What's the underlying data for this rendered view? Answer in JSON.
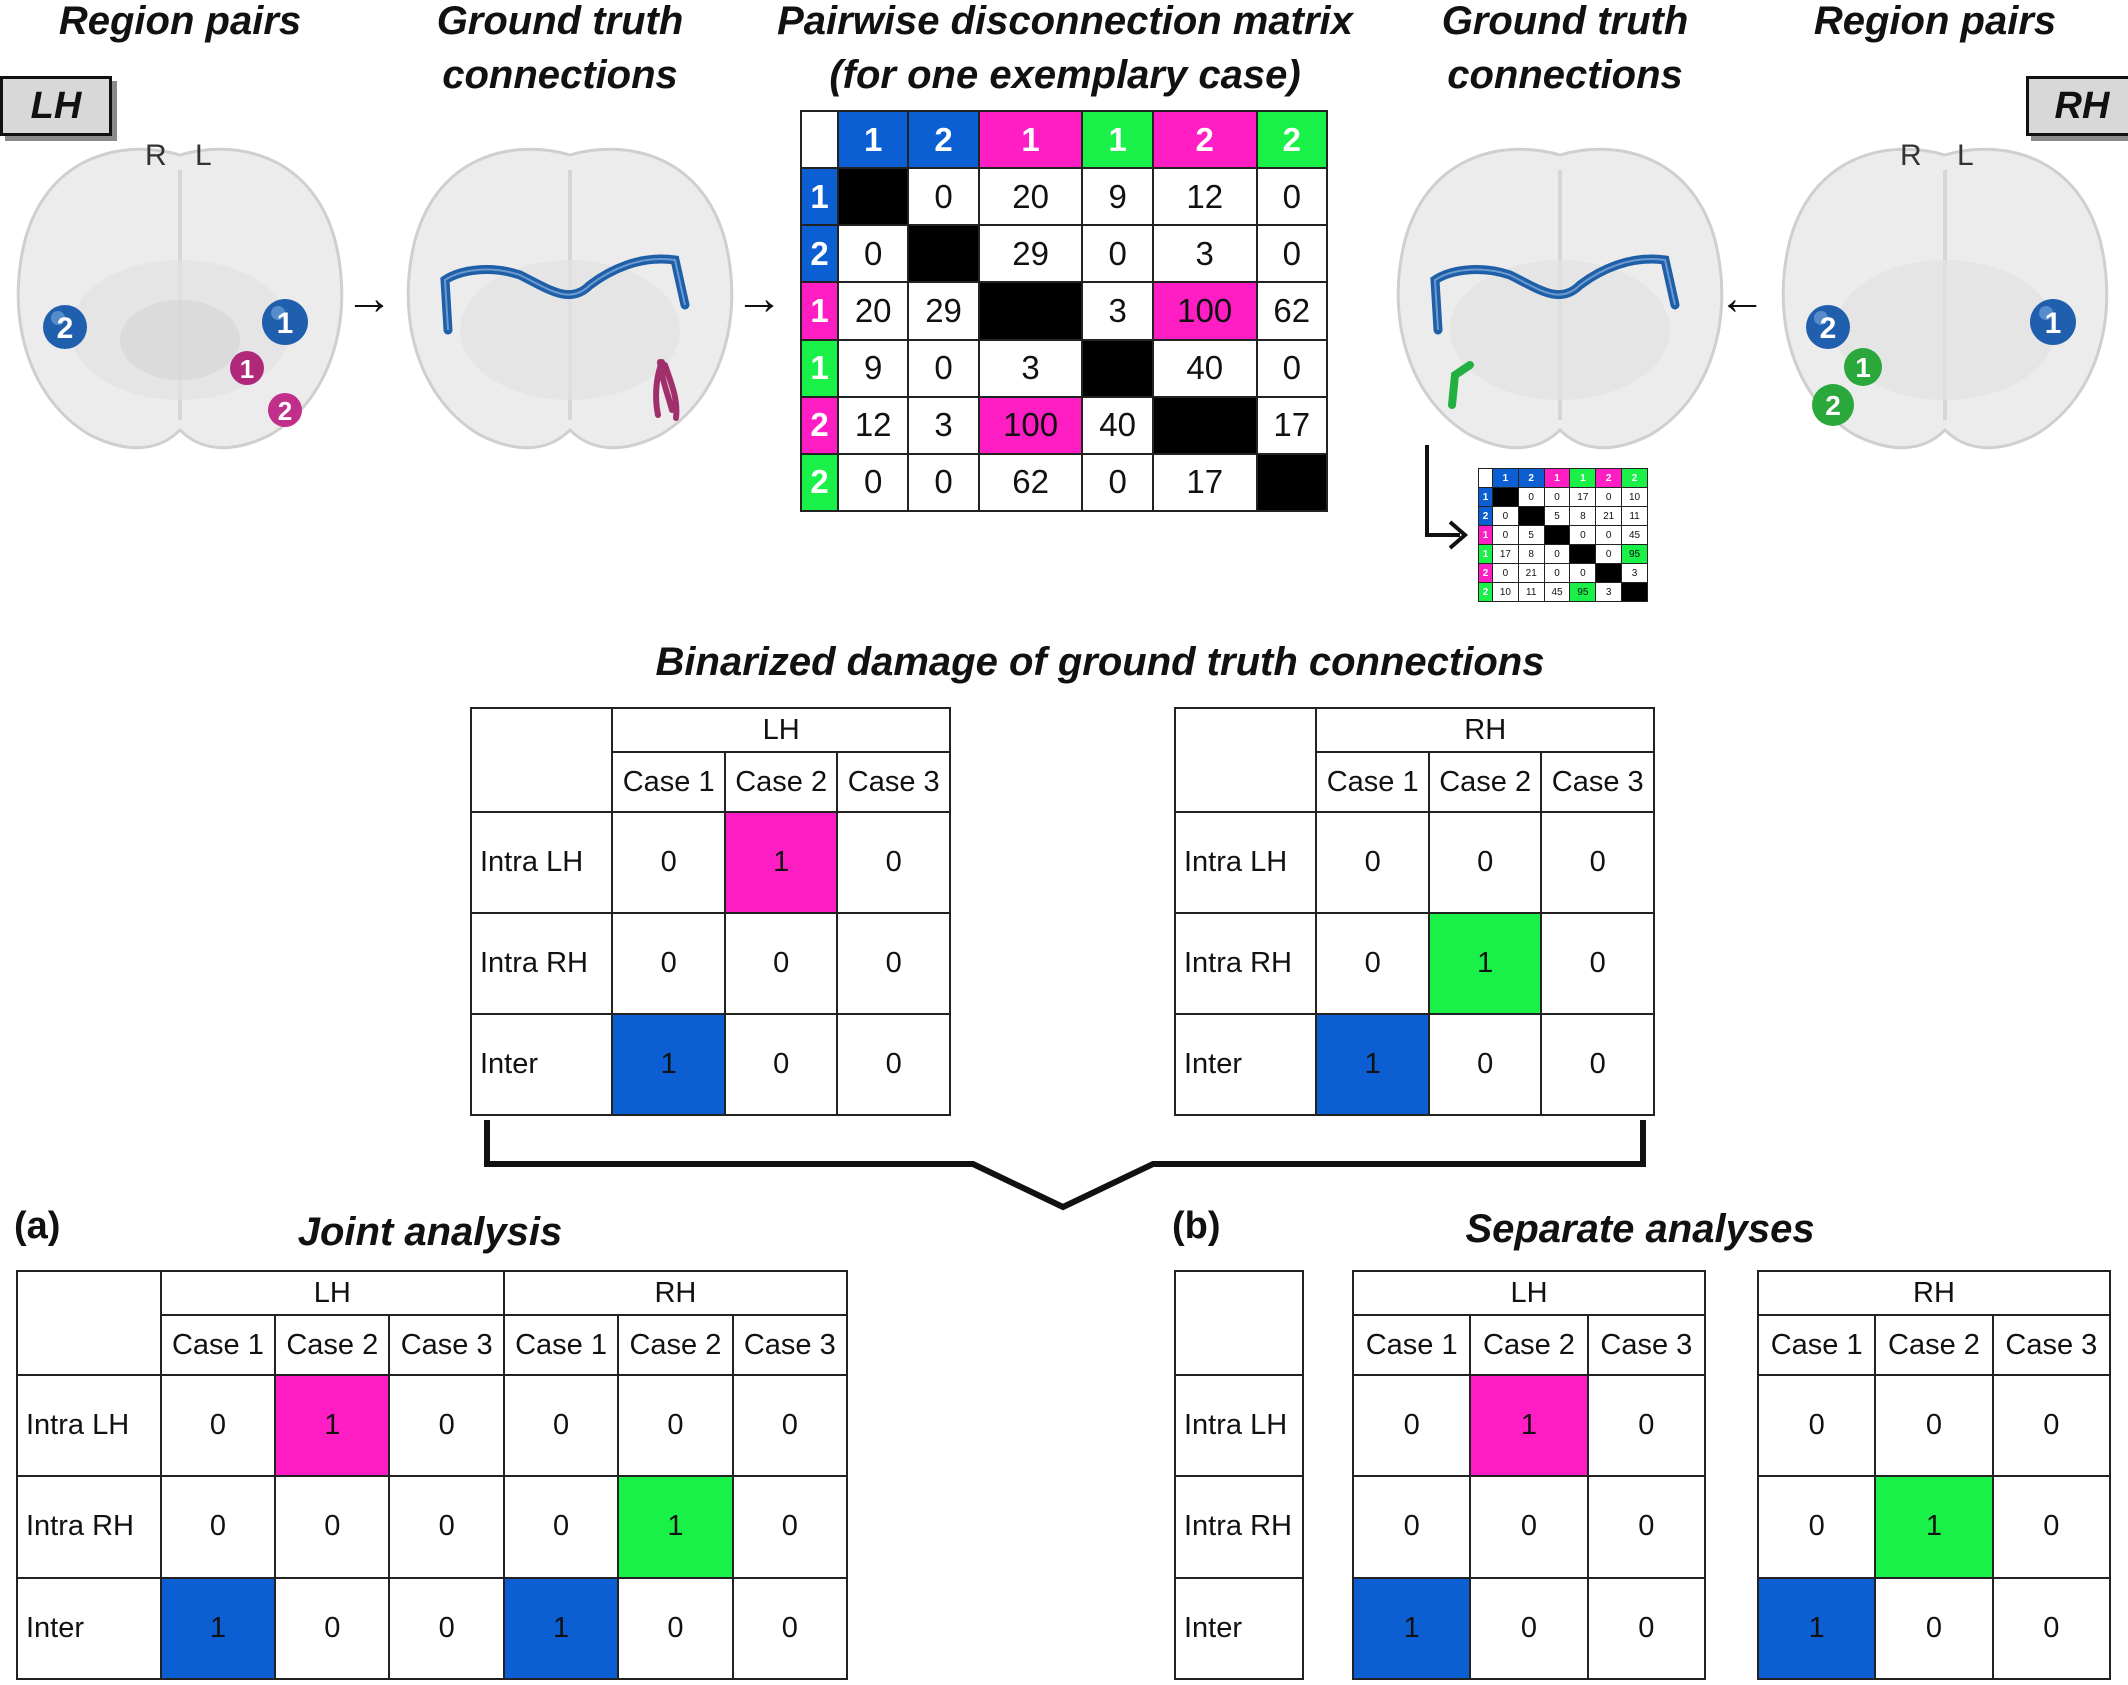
{
  "titles": {
    "region_pairs_left": "Region pairs",
    "ground_truth_left": "Ground truth connections",
    "pairwise_matrix": "Pairwise disconnection matrix (for one exemplary case)",
    "ground_truth_right": "Ground truth connections",
    "region_pairs_right": "Region pairs",
    "binarized": "Binarized damage of ground truth connections",
    "joint": "Joint analysis",
    "separate": "Separate analyses"
  },
  "panel_labels": {
    "a": "(a)",
    "b": "(b)"
  },
  "hemi_labels": {
    "left": "LH",
    "right": "RH"
  },
  "orientation": {
    "R": "R",
    "L": "L"
  },
  "colors": {
    "blue": "#0b5fd3",
    "magenta": "#ff1ec4",
    "green": "#19f048",
    "diag": "#000000"
  },
  "region_markers": {
    "left": [
      {
        "label": "2",
        "color": "blue"
      },
      {
        "label": "1",
        "color": "blue"
      },
      {
        "label": "1",
        "color": "magenta"
      },
      {
        "label": "2",
        "color": "magenta"
      }
    ],
    "right": [
      {
        "label": "2",
        "color": "blue"
      },
      {
        "label": "1",
        "color": "blue"
      },
      {
        "label": "1",
        "color": "green"
      },
      {
        "label": "2",
        "color": "green"
      }
    ]
  },
  "pairwise": {
    "headers": [
      {
        "label": "1",
        "color": "blue"
      },
      {
        "label": "2",
        "color": "blue"
      },
      {
        "label": "1",
        "color": "magenta"
      },
      {
        "label": "1",
        "color": "green"
      },
      {
        "label": "2",
        "color": "magenta"
      },
      {
        "label": "2",
        "color": "green"
      }
    ],
    "rows": [
      [
        "",
        "0",
        "20",
        "9",
        "12",
        "0"
      ],
      [
        "0",
        "",
        "29",
        "0",
        "3",
        "0"
      ],
      [
        "20",
        "29",
        "",
        "3",
        "100",
        "62"
      ],
      [
        "9",
        "0",
        "3",
        "",
        "40",
        "0"
      ],
      [
        "12",
        "3",
        "100",
        "40",
        "",
        "17"
      ],
      [
        "0",
        "0",
        "62",
        "0",
        "17",
        ""
      ]
    ]
  },
  "mini_pairwise": {
    "rows": [
      [
        "",
        "0",
        "0",
        "17",
        "0",
        "10"
      ],
      [
        "0",
        "",
        "5",
        "8",
        "21",
        "11"
      ],
      [
        "0",
        "5",
        "",
        "0",
        "0",
        "45"
      ],
      [
        "17",
        "8",
        "0",
        "",
        "0",
        "95"
      ],
      [
        "0",
        "21",
        "0",
        "0",
        "",
        "3"
      ],
      [
        "10",
        "11",
        "45",
        "95",
        "3",
        ""
      ]
    ]
  },
  "binarized": {
    "case_headers": [
      "Case 1",
      "Case 2",
      "Case 3"
    ],
    "row_labels": [
      "Intra LH",
      "Intra RH",
      "Inter"
    ],
    "LH": [
      [
        "0",
        "1",
        "0"
      ],
      [
        "0",
        "0",
        "0"
      ],
      [
        "1",
        "0",
        "0"
      ]
    ],
    "RH": [
      [
        "0",
        "0",
        "0"
      ],
      [
        "0",
        "1",
        "0"
      ],
      [
        "1",
        "0",
        "0"
      ]
    ]
  }
}
